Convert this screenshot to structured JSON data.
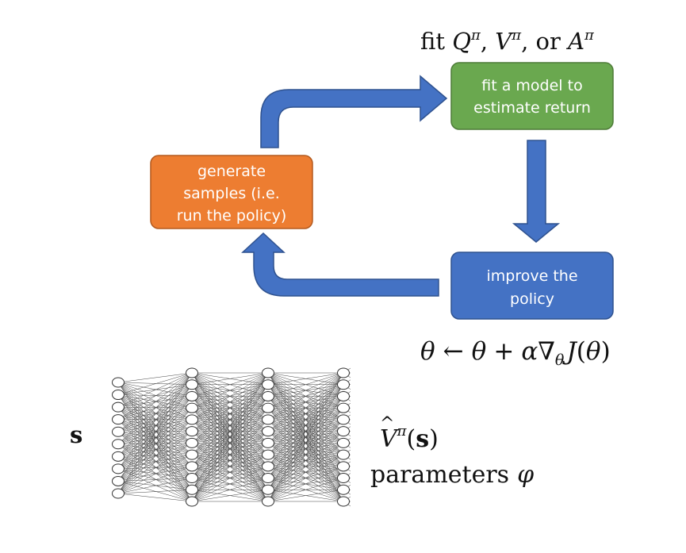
{
  "diagram": {
    "top_label": {
      "prefix": "fit ",
      "q": "Q",
      "v": "V",
      "a": "A",
      "sup": "π",
      "sep1": ", ",
      "sep2": ", or "
    },
    "boxes": {
      "fit_model": {
        "lines": [
          "fit a model to",
          "estimate return"
        ],
        "color": "#6aa84f"
      },
      "generate": {
        "lines": [
          "generate",
          "samples (i.e.",
          "run the policy)"
        ],
        "color": "#ed7d31"
      },
      "improve": {
        "lines": [
          "improve the",
          "policy"
        ],
        "color": "#4472c4"
      }
    },
    "arrow_color": "#4472c4",
    "update_rule": {
      "theta": "θ",
      "arrow": "←",
      "plus": "+",
      "alpha": "α",
      "nabla": "∇",
      "sub": "θ",
      "j": "J",
      "paren_open": "(",
      "paren_close": ")"
    }
  },
  "network": {
    "input_label": "s",
    "output": {
      "v": "V",
      "hat": "^",
      "sup": "π",
      "open": "(",
      "s": "s",
      "close": ")"
    },
    "params_label": "parameters",
    "phi": "φ",
    "layers": [
      10,
      12,
      12,
      12
    ]
  }
}
